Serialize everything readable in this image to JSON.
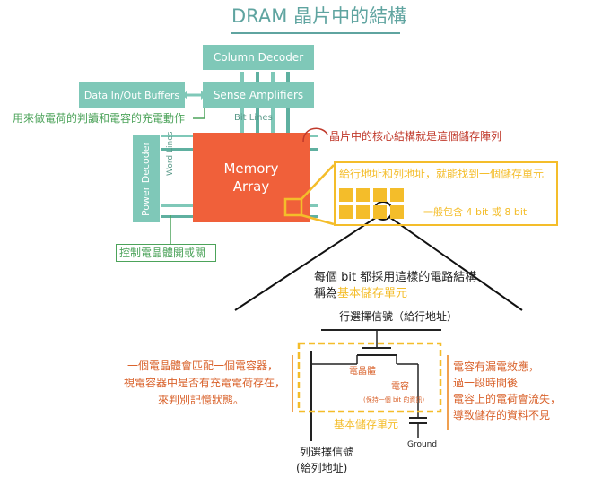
{
  "title": "DRAM 晶片中的結構",
  "blocks": {
    "column_decoder": "Column Decoder",
    "sense_amplifiers": "Sense Amplifiers",
    "data_buffers": "Data In/Out Buffers",
    "power_decoder": "Power Decoder",
    "memory_array": "Memory Array",
    "bit_lines": "Bit Lines",
    "word_lines": "Word Lines"
  },
  "annotations": {
    "sense_note": "用來做電荷的判讀和電容的充電動作",
    "core_note": "晶片中的核心結構就是這個儲存陣列",
    "address_note": "給行地址和列地址，就能找到一個儲存單元",
    "bits_note": "一般包含 4 bit 或 8 bit",
    "switch_note": "控制電晶體開或關",
    "per_bit_note": "每個 bit 都採用這樣的電路結構",
    "per_bit_note2_prefix": "稱為",
    "per_bit_note2_highlight": "基本儲存單元"
  },
  "circuit": {
    "row_select": "行選擇信號（給行地址）",
    "transistor": "電晶體",
    "capacitor": "電容",
    "capacitor_sub": "(保持一個 bit 的資訊)",
    "cell_label": "基本儲存單元",
    "ground": "Ground",
    "col_select_line1": "列選擇信號",
    "col_select_line2": "(給列地址)",
    "left_note": [
      "一個電晶體會匹配一個電容器，",
      "視電容器中是否有充電電荷存在，",
      "來判別記憶狀態。"
    ],
    "right_note": [
      "電容有漏電效應，",
      "過一段時間後",
      "電容上的電荷會流失，",
      "導致儲存的資料不見"
    ]
  },
  "colors": {
    "teal": "#7fc8b8",
    "teal_dark": "#5fb0a0",
    "memory": "#f0603a",
    "yellow": "#f4bd2a",
    "green_text": "#4ca35a",
    "red_text": "#c0392b",
    "note_orange": "#d9622b",
    "title": "#5fa4a0"
  }
}
